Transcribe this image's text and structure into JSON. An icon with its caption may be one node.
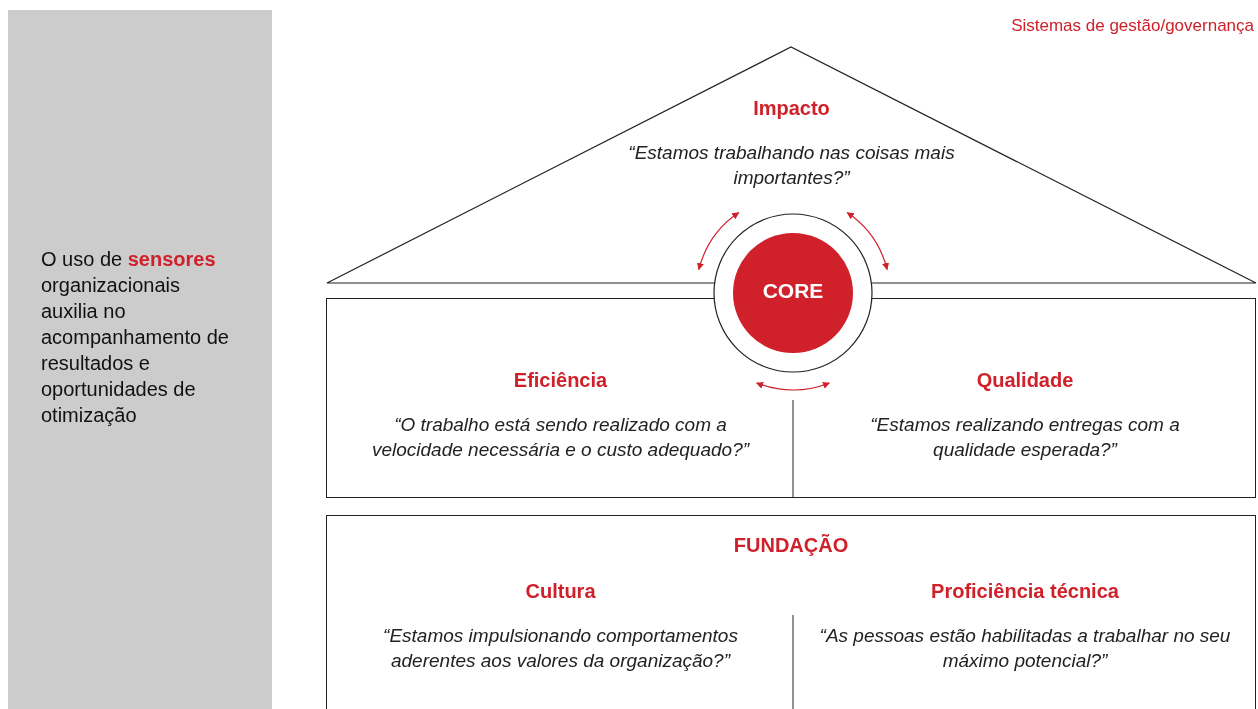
{
  "diagram": {
    "nodes": [
      {
        "text": [
          "O uso de **sensores** organizacionais auxilia no acompanhamento de resultados e oportunidades de otimização"
        ]
      },
      {
        "text": [
          "Impacto",
          "“Estamos trabalhando nas coisas mais importantes?”"
        ]
      },
      {
        "text": [
          "CORE"
        ]
      },
      {
        "text": [],
        "shape": "box"
      },
      {
        "text": [
          "Eficiência",
          "“O trabalho está sendo realizado com a velocidade necessária e o custo adequado?”"
        ],
        "in": 3
      },
      {
        "text": [
          "Qualidade",
          "“Estamos realizando entregas com a qualidade esperada?”"
        ],
        "in": 3
      },
      {
        "text": [
          "FUNDAÇÃO"
        ]
      },
      {
        "text": [
          "Cultura",
          "“Estamos impulsionando comportamentos aderentes aos valores da organização?”"
        ],
        "in": 6
      },
      {
        "text": [
          "Proficiência técnica",
          "“As pessoas estão habilitadas a trabalhar no seu máximo potencial?”"
        ],
        "in": 6
      }
    ],
    "edges": [],
    "labels": [
      "Sistemas de gestão/governança"
    ]
  }
}
